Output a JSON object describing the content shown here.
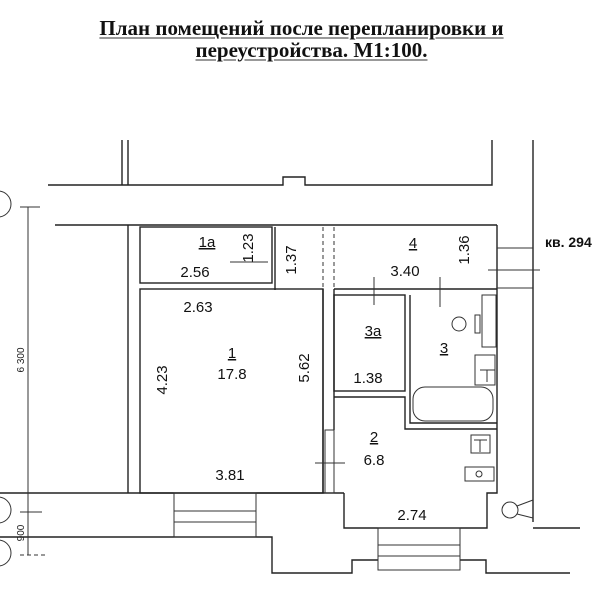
{
  "title": {
    "line1": "План помещений после перепланировки и",
    "line2": "переустройства. М1:100."
  },
  "neighbor_label": "кв. 294",
  "axis_dims": {
    "total": "6 300",
    "porch": "900"
  },
  "rooms": {
    "r1a": {
      "number": "1а",
      "width": "2.56",
      "depth": "1.23",
      "side": "1.37"
    },
    "r1": {
      "number": "1",
      "area": "17.8",
      "top": "2.63",
      "left": "4.23",
      "right": "5.62",
      "bottom": "3.81"
    },
    "r4": {
      "number": "4",
      "width": "3.40",
      "depth": "1.36"
    },
    "r3a": {
      "number": "3а",
      "area": "1.38"
    },
    "r3": {
      "number": "3"
    },
    "r2": {
      "number": "2",
      "area": "6.8",
      "bottom": "2.74"
    }
  }
}
